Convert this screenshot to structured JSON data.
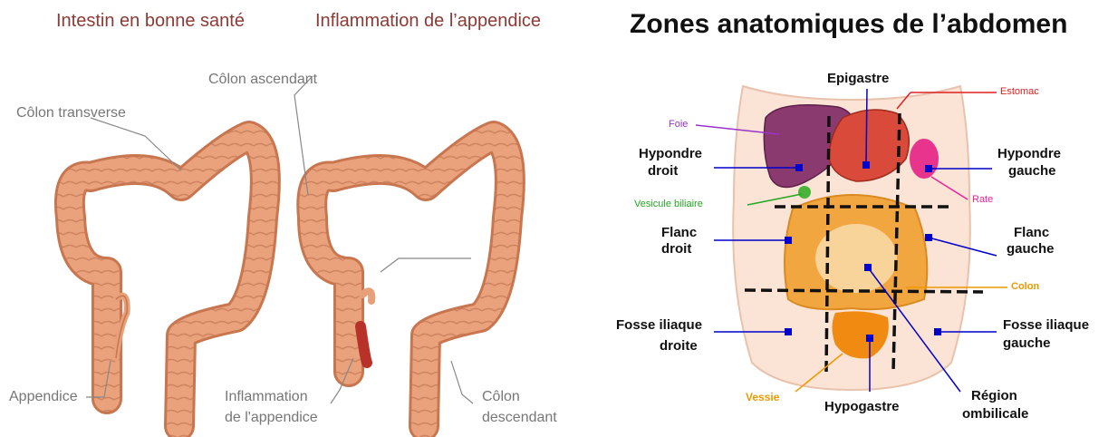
{
  "left_panel": {
    "heading_healthy": "Intestin en bonne santé",
    "heading_inflamed": "Inflammation de l’appendice",
    "labels": {
      "colon_transverse": "Côlon transverse",
      "colon_ascendant": "Côlon ascendant",
      "appendice": "Appendice",
      "inflammation_line1": "Inflammation",
      "inflammation_line2": "de l'appendice",
      "colon_desc_line1": "Côlon",
      "colon_desc_line2": "descendant"
    },
    "colors": {
      "heading": "#8b3a35",
      "label": "#777777",
      "intestine": "#e8a07a",
      "intestine_stroke": "#c8764f",
      "inflamed": "#b8322a"
    }
  },
  "right_panel": {
    "title": "Zones anatomiques de l’abdomen",
    "zones": {
      "epigastre": "Epigastre",
      "hypondre_droit_1": "Hypondre",
      "hypondre_droit_2": "droit",
      "hypondre_gauche_1": "Hypondre",
      "hypondre_gauche_2": "gauche",
      "flanc_droit_1": "Flanc",
      "flanc_droit_2": "droit",
      "flanc_gauche_1": "Flanc",
      "flanc_gauche_2": "gauche",
      "fosse_droite_1": "Fosse iliaque",
      "fosse_droite_2": "droite",
      "fosse_gauche_1": "Fosse iliaque",
      "fosse_gauche_2": "gauche",
      "hypogastre": "Hypogastre",
      "region_ombilicale_1": "Région",
      "region_ombilicale_2": "ombilicale"
    },
    "organs": {
      "estomac": "Estomac",
      "foie": "Foie",
      "vesicule": "Vesicule biliaire",
      "rate": "Rate",
      "colon": "Colon",
      "vessie": "Vessie"
    },
    "colors": {
      "zone_marker": "#0000cc",
      "estomac": "#e02020",
      "foie": "#9933cc",
      "vesicule": "#22aa22",
      "rate": "#ee2299",
      "colon": "#ee9900",
      "vessie": "#ee9900",
      "grid": "#111111"
    }
  }
}
